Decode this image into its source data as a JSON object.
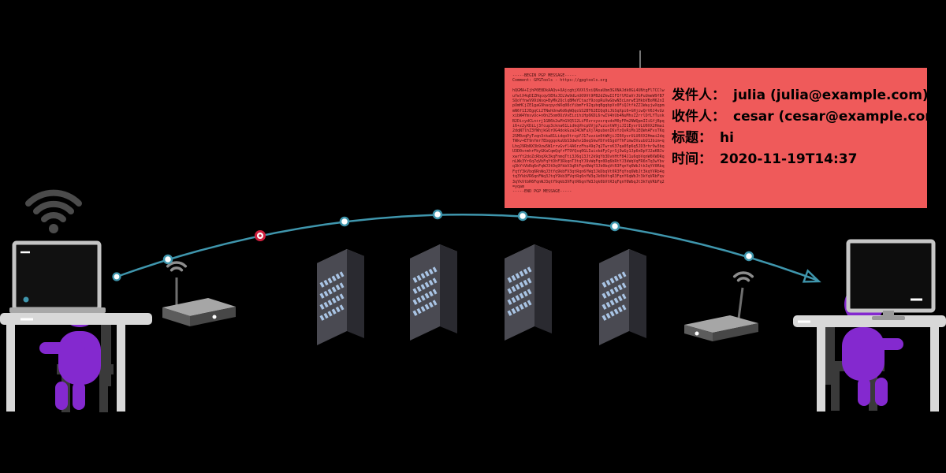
{
  "title": "encrypted-email-transmission-diagram",
  "colors": {
    "background": "#000000",
    "panel_background": "#ef5a5a",
    "arc_teal": "#3f96ad",
    "highlight_red": "#cf1f3e",
    "person_purple": "#8429cf",
    "server_led_blue": "#a9c4e4",
    "desk_gray": "#d8d8d8",
    "chair_gray": "#3a3a3a"
  },
  "email_panel": {
    "pgp_message": "-----BEGIN PGP MESSAGE-----\nComment: GPGTools - https://gpgtools.org\n\nhQGMA+IjhP0E8DkAAQv+OAjcghjXVXl5xiQNsaUbm3GXNAJdk0GL4UNtgFl7CClw\nufwlX4qDIZHqcqv5EHzJILVw9dLnUO9Vt9PB2dZkwIIFIflMJaVrJGPuUmeW9fB7\nSQoYfnwV99iWsq+ByMk2QclqBMeYCtazY9zopRuXwGbwN3cLmrwE1HkbVBoM62nI\npUmHCjZE1gaG9hacpycWXq08cYibmFr9ZqybqBgqbpVx0FiQJtfkZZ1WayjwXqpm\nmN6f1IJEgqCi2TNwhUnwKd6qWQqcGS2BT62EIQq9iJGSqXpi6+GHjiwQrV6J4vUz\nxibW4YmsvUc+n0n25om0UzVvEizihiHp6KDL6rwIV4hUb4NuMhsZ2rrlDfLYTuxk\nB2DicydCLn+rj1GB6k2wPhGVQ512LiFEzrxyvsrqvdoM0yFPm2NWQpmIIiGfjBpq\ni6+z2yXDiLj3fcup3ckna61LidkqVhcpUVjp7uzintWHjiJI1EyvrULU0XX2Hmai\n2dqN7lhZ3YWhjkGUrOG4dokGzaZ4CWFuXj7ApubenIKvYzQvRiMs1EQWnAFvsTKq\n2SM0zqPyTvqn3+ka81LidqoVtrcpYJ17uvzim9tWHjiJI0XyvrULU0XX2Hmai2dq\nTWkv+ET9nfmr7EbqgqokuUbS3dwhv18eqSkwYDfn6SgdfThFimw3VuubU1Jbim+q\nLhqJ9RbNX3b9zw5W1rrvGvfl4A6rzFhu49q7q2TwrsK37qa05p6q5JD3rhr9w3bq\nU3D0v+mhrFkyGKaCqmQqfrFT9YQsq0GLIuixkdFyCyrSj3wGy1Jp6nDpYJ2aKBJv\nxwrYt2doZcRbqXk3kqFnmqTti3J6q13Jt2k9qYb3DvhHtF84J1u6qbVqnW0XWDRq\nnLWk3Yr6q7qVbFqYtDhF3RkqnT3tqYJ9vWqFqn0Dq6bRtYJ3kWqVqFR6nTq3wYbv\nq3kYtVbRq6nFqWJ3tDq9YkbV3qRtFqn6WqY3Jk0bqVtR3FqnYq6WbJtk3qYV0Rbq\nFqtY3kVbq6RnWqJ3tYq9kbFV3qtRqn6YWq3JkDbqVt0R3FqYnq6WbJt3kqYVRb4q\ntq3YkbVR6qnFWq3JtqY9kb3FVqtRq6nYW3qJk0bVtqR3FqnY6qWbJt3kYqVRbFqv\n3qYkVtbR6FqnWJ3qtY9qkb3VFqtR6qnYW3Jqk0bVtR3qFqnY6WbqJt3kYqVRbFq2\n=yqam\n-----END PGP MESSAGE-----",
    "fields": [
      {
        "label": "发件人：",
        "value": "julia (julia@example.com)"
      },
      {
        "label": "收件人：",
        "value": "cesar (cesar@example.com)"
      },
      {
        "label": "标题：",
        "value": "hi"
      },
      {
        "label": "时间：",
        "value": "2020-11-19T14:37"
      }
    ]
  },
  "transmission": {
    "hop_count": 7,
    "highlighted_hop_index": 1
  },
  "icons": {
    "wifi-icon": "concentric-arcs",
    "router-icon": "iso-box-with-antenna",
    "server-icon": "iso-tower-with-blue-leds",
    "laptop-icon": "framed-screen",
    "monitor-icon": "framed-screen-on-stand",
    "person-icon": "purple-figure-at-desk",
    "arrow-icon": "open-triangle"
  }
}
